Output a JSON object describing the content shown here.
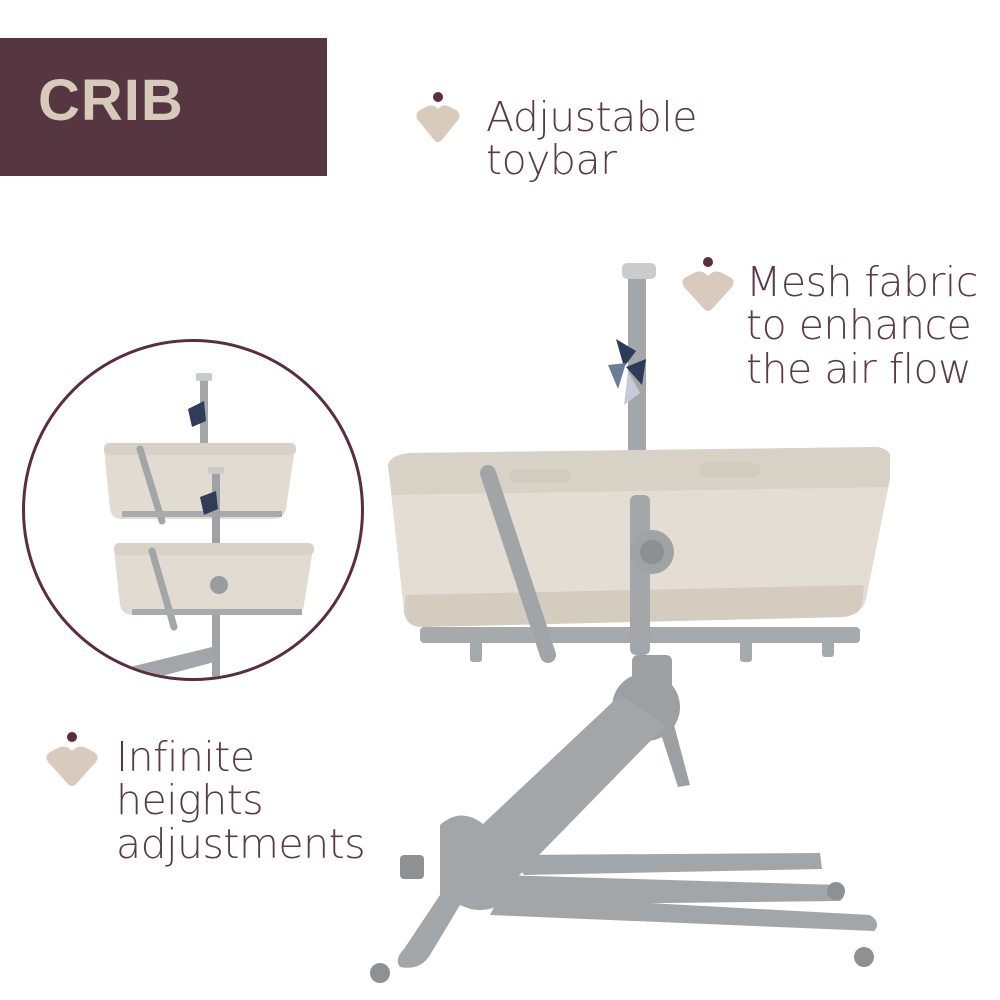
{
  "banner": {
    "title": "CRIB",
    "background": "#563641",
    "text_color": "#d8cabb"
  },
  "features": [
    {
      "icon": "heart-dot-icon",
      "lines": [
        "Adjustable",
        "toybar"
      ]
    },
    {
      "icon": "heart-dot-icon",
      "lines": [
        "Mesh fabric",
        "to enhance",
        "the air flow"
      ]
    },
    {
      "icon": "heart-dot-icon",
      "lines": [
        "Infinite",
        "heights",
        "adjustments"
      ]
    }
  ],
  "colors": {
    "accent_dot": "#5a2e3a",
    "heart": "#d8cbbd",
    "text": "#5a3a44",
    "frame": "#9a9c9e",
    "fabric": "#e3ddd3"
  },
  "inset": {
    "description": "two crib heights shown",
    "border_color": "#5a2e3a"
  }
}
